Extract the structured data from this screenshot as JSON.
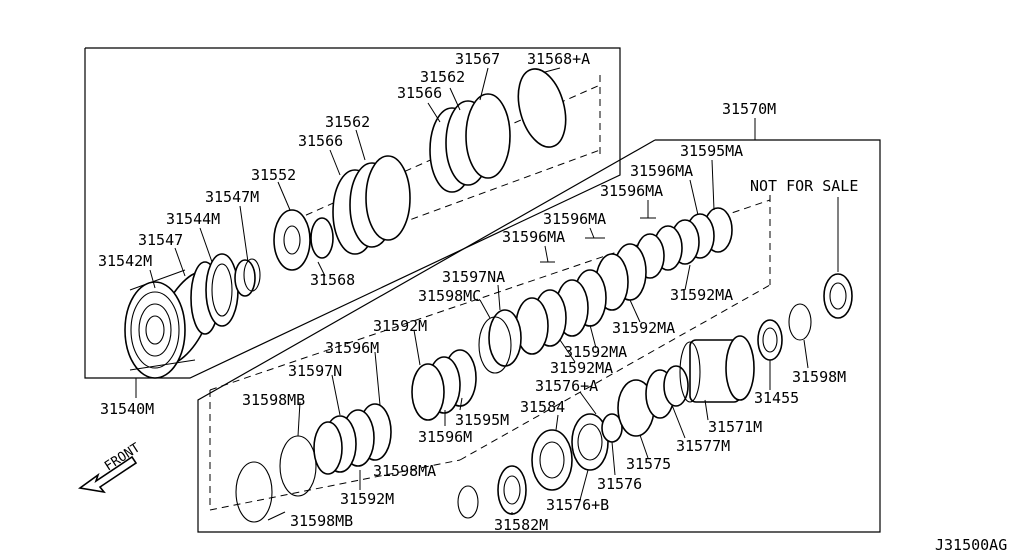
{
  "diagram": {
    "diagram_code": "J31500AG",
    "direction_label": "FRONT",
    "not_for_sale_label": "NOT FOR SALE",
    "labels": {
      "l31567": "31567",
      "l31568A": "31568+A",
      "l31562a": "31562",
      "l31566a": "31566",
      "l31562b": "31562",
      "l31566b": "31566",
      "l31552": "31552",
      "l31547M": "31547M",
      "l31544M": "31544M",
      "l31547": "31547",
      "l31542M": "31542M",
      "l31568": "31568",
      "l31540M": "31540M",
      "l31570M": "31570M",
      "l31595MA": "31595MA",
      "l31596MA1": "31596MA",
      "l31596MA2": "31596MA",
      "l31596MA3": "31596MA",
      "l31596MA4": "31596MA",
      "l31597NA": "31597NA",
      "l31598MC": "31598MC",
      "l31592MA1": "31592MA",
      "l31592MA2": "31592MA",
      "l31592MA3": "31592MA",
      "l31592MA4": "31592MA",
      "l31592M1": "31592M",
      "l31596M1": "31596M",
      "l31597N": "31597N",
      "l31598MB1": "31598MB",
      "l31595M": "31595M",
      "l31596M2": "31596M",
      "l31584": "31584",
      "l31576A": "31576+A",
      "l31598MA": "31598MA",
      "l31592M2": "31592M",
      "l31598MB2": "31598MB",
      "l31582M": "31582M",
      "l31576B": "31576+B",
      "l31576": "31576",
      "l31575": "31575",
      "l31577M": "31577M",
      "l31571M": "31571M",
      "l31455": "31455",
      "l31598M": "31598M"
    }
  }
}
